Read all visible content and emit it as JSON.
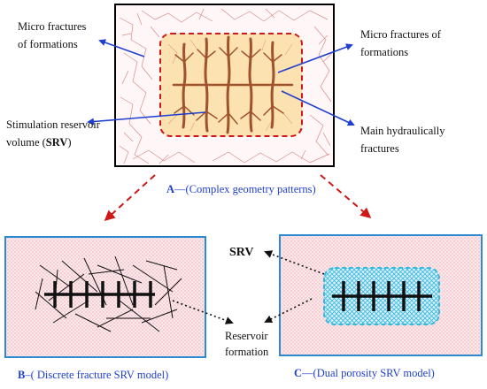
{
  "top_panel": {
    "labels": {
      "micro_left_line1": "Micro  fractures",
      "micro_left_line2": "of formations",
      "micro_right_line1": "Micro fractures of",
      "micro_right_line2": "formations",
      "srv_line1": "Stimulation reservoir",
      "srv_line2_prefix": "volume (",
      "srv_line2_bold": "SRV",
      "srv_line2_suffix": ")",
      "main_line1": "Main  hydraulically",
      "main_line2": "fractures"
    },
    "caption_letter": "A",
    "caption_text": "—(Complex geometry patterns)"
  },
  "panel_b": {
    "caption_letter": "B",
    "caption_text": "–( Discrete fracture SRV model)"
  },
  "panel_c": {
    "caption_letter": "C",
    "caption_text": "—(Dual porosity SRV model)",
    "srv_label": "SRV"
  },
  "reservoir_label": {
    "line1": "Reservoir",
    "line2": "formation"
  },
  "colors": {
    "arrow_blue": "#1f3fd0",
    "dashed_red": "#d01818",
    "panel_border_blue": "#2b8ad0",
    "fracture_brown": "#a0522d",
    "srv_fill": "#fbe2b0",
    "micro_red": "#d98a8a",
    "mesh_cyan": "#39b8e0"
  }
}
